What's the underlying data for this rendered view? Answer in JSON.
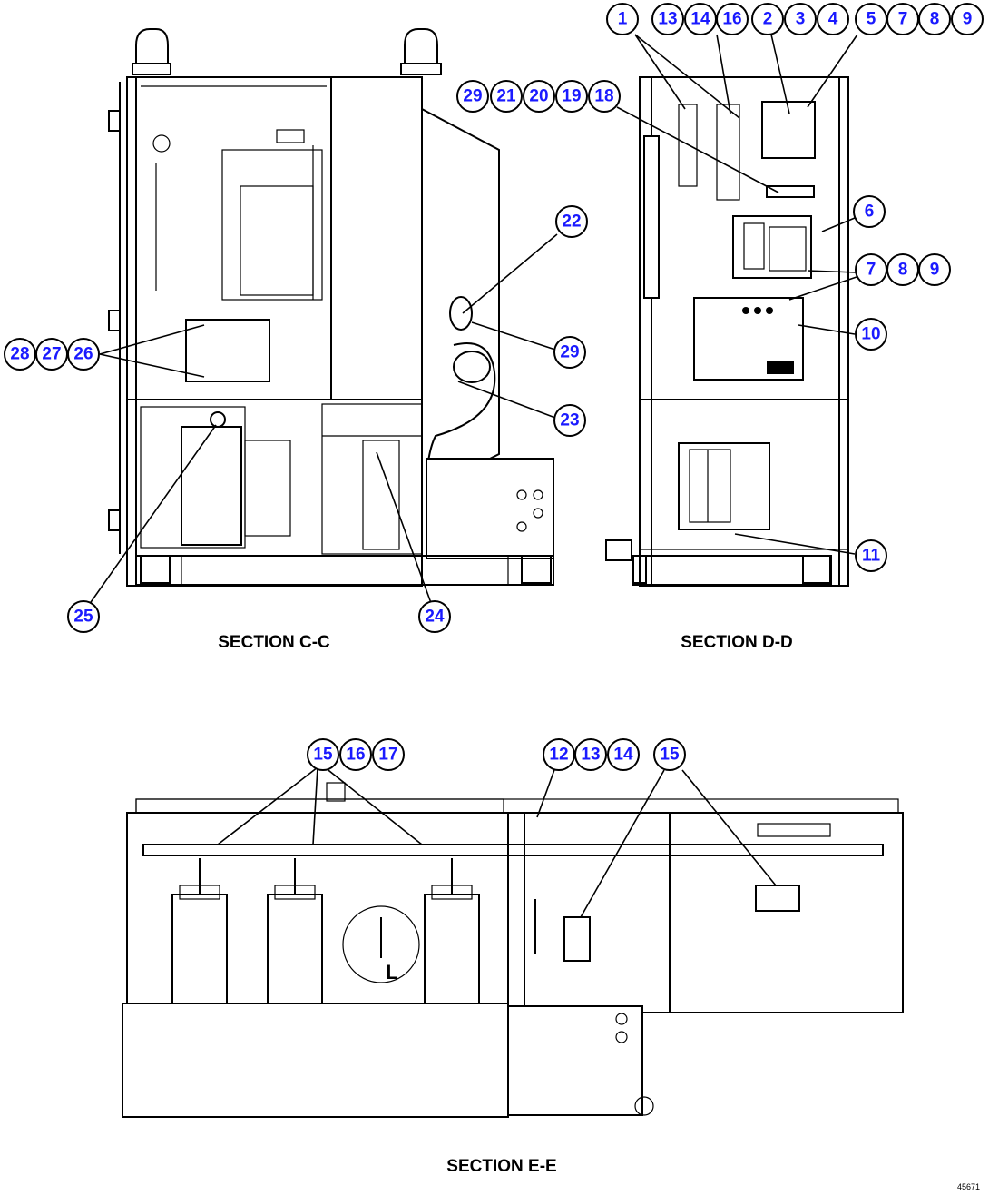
{
  "sections": [
    {
      "id": "c",
      "label": "SECTION C-C"
    },
    {
      "id": "d",
      "label": "SECTION D-D"
    },
    {
      "id": "e",
      "label": "SECTION E-E"
    }
  ],
  "drawing_number": "45671",
  "callouts": {
    "c": [
      "22",
      "29",
      "23",
      "28",
      "27",
      "26",
      "25",
      "24"
    ],
    "top_mid": [
      "29",
      "21",
      "20",
      "19",
      "18"
    ],
    "d": [
      "1",
      "13",
      "14",
      "16",
      "2",
      "3",
      "4",
      "5",
      "7",
      "8",
      "9",
      "6",
      "7",
      "8",
      "9",
      "10",
      "11"
    ],
    "e": [
      "15",
      "16",
      "17",
      "12",
      "13",
      "14",
      "15"
    ]
  },
  "view_marker": "L",
  "colors": {
    "callout_text": "#1a1aff",
    "line": "#000000",
    "background": "#ffffff"
  }
}
